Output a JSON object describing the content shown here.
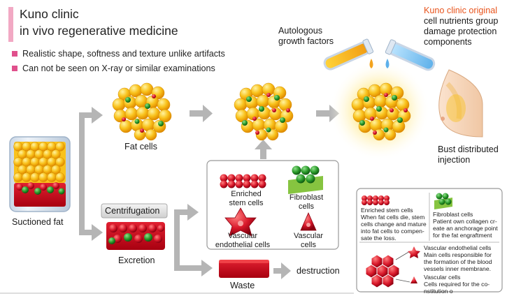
{
  "header": {
    "title_line1": "Kuno clinic",
    "title_line2": "in vivo regenerative medicine",
    "bullets": [
      "Realistic shape, softness and texture unlike artifacts",
      "Can not be seen on X-ray or similar examinations"
    ]
  },
  "diagram": {
    "suctioned_fat": "Suctioned fat",
    "fat_cells": "Fat cells",
    "centrifugation": "Centrifugation",
    "excretion": "Excretion",
    "waste": "Waste",
    "destruction": "destruction",
    "autologous_line1": "Autologous",
    "autologous_line2": "growth factors",
    "kuno_original": "Kuno clinic original",
    "nutrients_line1": "cell nutrients group",
    "nutrients_line2": "damage protection",
    "nutrients_line3": "components",
    "bust_line1": "Bust distributed",
    "bust_line2": "injection",
    "box": {
      "enriched_line1": "Enriched",
      "enriched_line2": "stem cells",
      "fibroblast_line1": "Fibroblast",
      "fibroblast_line2": "cells",
      "vascular_endo_line1": "Vascular",
      "vascular_endo_line2": "endothelial cells",
      "vascular_line1": "Vascular",
      "vascular_line2": "cells"
    },
    "legend": {
      "stem_title": "Enriched stem cells",
      "stem_desc1": "When fat cells die, stem",
      "stem_desc2": "cells change and mature",
      "stem_desc3": "into fat cells to compen-",
      "stem_desc4": "sate the loss.",
      "fibro_title": "Fibroblast cells",
      "fibro_desc1": "Patient own collagen cr-",
      "fibro_desc2": "eate an anchorage point",
      "fibro_desc3": "for the fat engraftment",
      "endo_title": "Vascular endothelial cells",
      "endo_desc1": "Main cells responsible for",
      "endo_desc2": "the formation of the blood",
      "endo_desc3": "vessels inner membrane.",
      "vasc_title": "Vascular cells",
      "vasc_desc1": "Cells required for the co-",
      "vasc_desc2": "nstitution o"
    }
  },
  "colors": {
    "accent_pink": "#f2a9c4",
    "bullet_pink": "#e0508c",
    "fat_yellow": "#f7b81a",
    "blood_red": "#c8101c",
    "stem_green": "#2d9a2d",
    "arrow_gray": "#b5b5b5",
    "orange_text": "#e8531b"
  }
}
